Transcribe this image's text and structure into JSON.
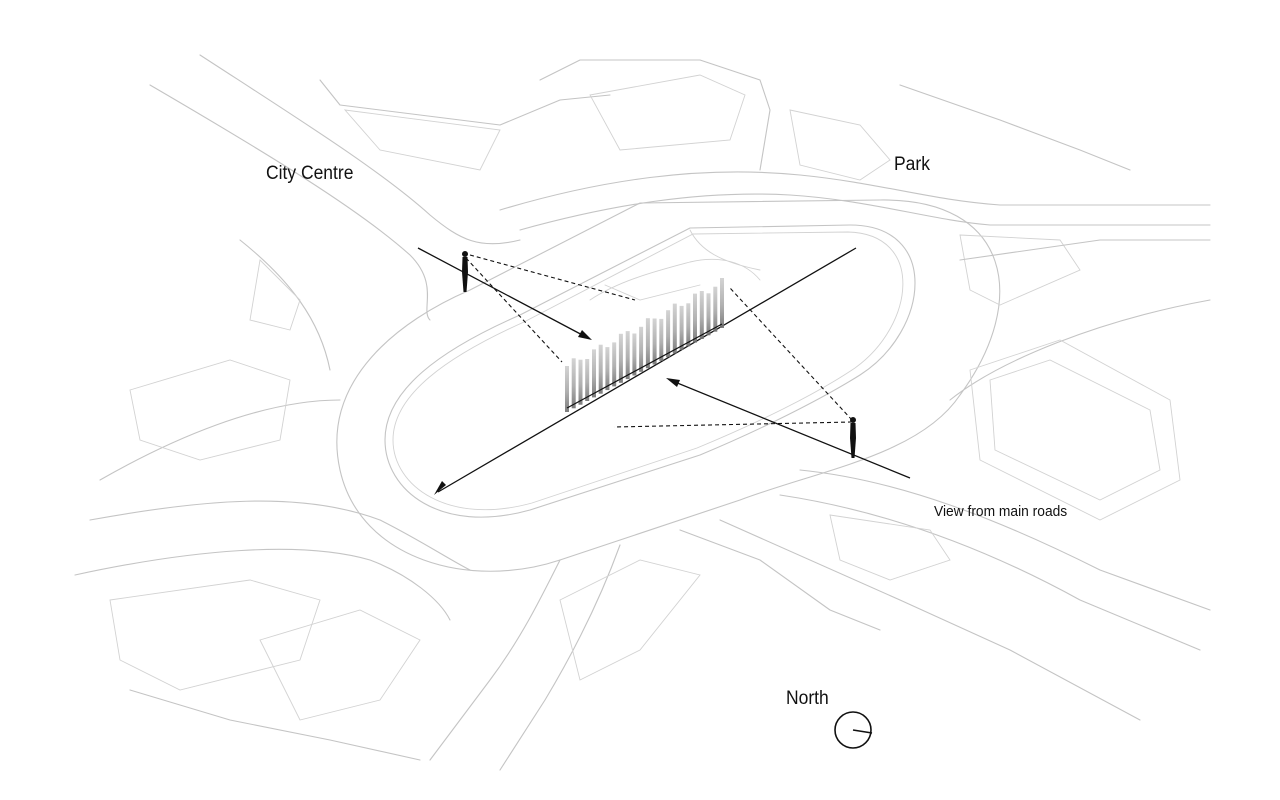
{
  "labels": {
    "city_centre": "City Centre",
    "park": "Park",
    "view": "View from main roads",
    "north": "North"
  },
  "colors": {
    "ink": "#111111",
    "road": "#c4c4c4",
    "column_light": "#c8c8c8",
    "column_dark": "#808080"
  },
  "icons": [
    "person-icon",
    "compass-icon",
    "arrow-icon"
  ]
}
